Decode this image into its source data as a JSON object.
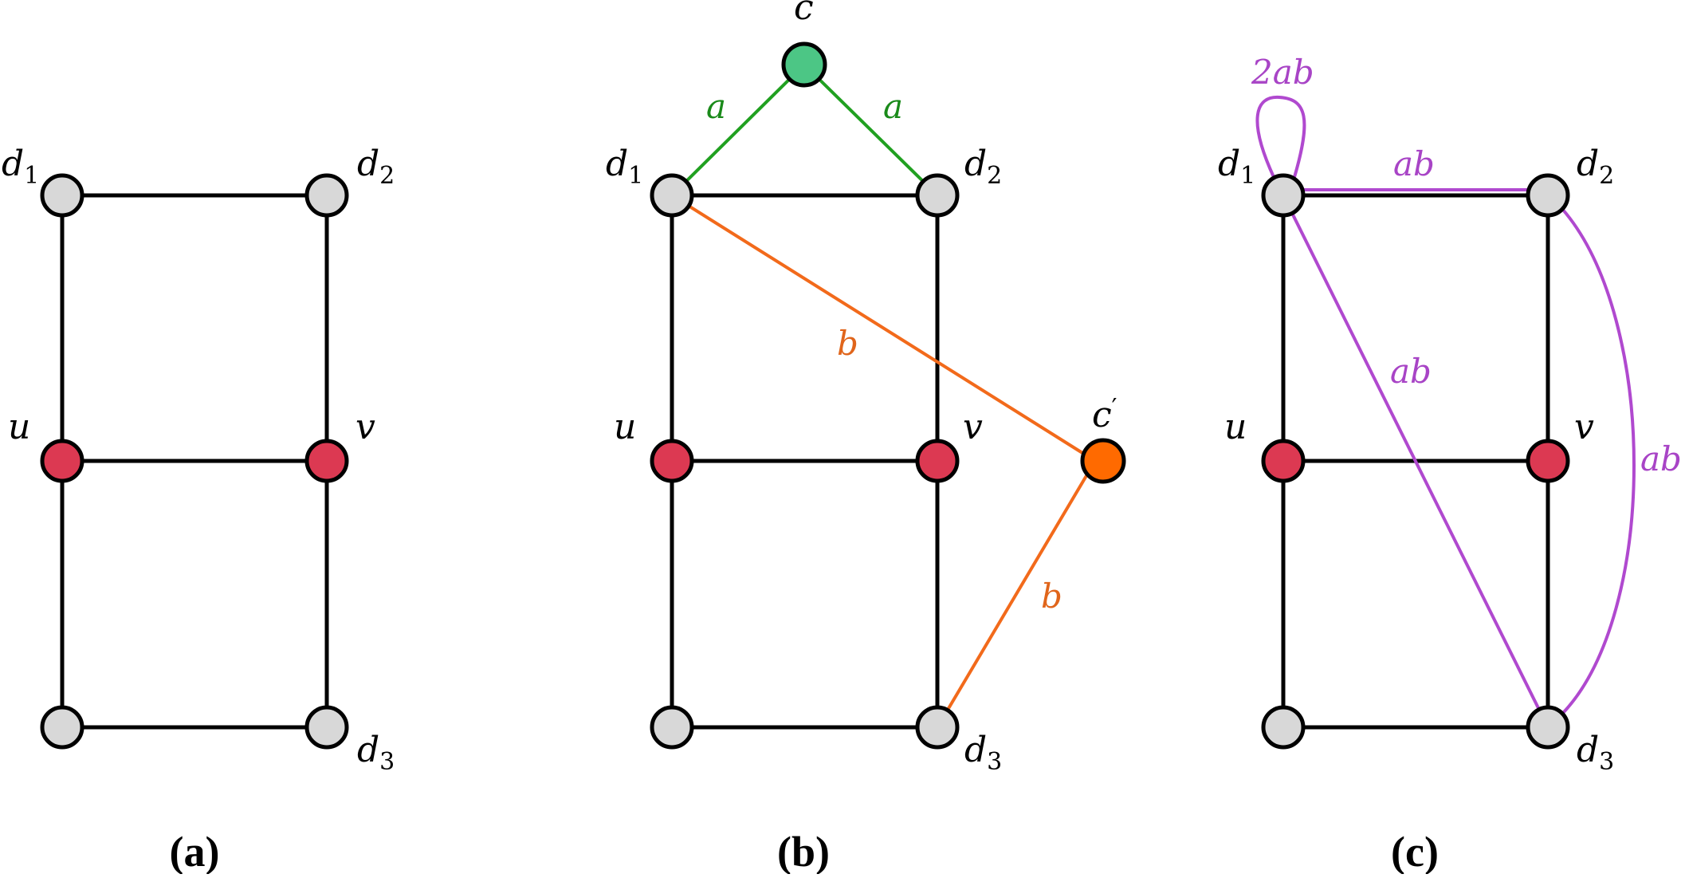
{
  "colors": {
    "node_default": "#d8d8d8",
    "node_uv": "#dc3952",
    "node_c": "#4cc685",
    "node_c_prime": "#ff6a00",
    "edge_a": "#20a020",
    "edge_b": "#f26a1b",
    "edge_ab": "#b049cf",
    "label_a": "#1a8a1a",
    "label_b": "#e0651b",
    "label_ab": "#a844c6"
  },
  "panels": [
    {
      "caption": "(a)",
      "node_labels": {
        "d1": "d",
        "d1_sub": "1",
        "d2": "d",
        "d2_sub": "2",
        "u": "u",
        "v": "v",
        "d3": "d",
        "d3_sub": "3"
      }
    },
    {
      "caption": "(b)",
      "node_labels": {
        "d1": "d",
        "d1_sub": "1",
        "d2": "d",
        "d2_sub": "2",
        "u": "u",
        "v": "v",
        "d3": "d",
        "d3_sub": "3",
        "c": "c",
        "c_prime": "c",
        "c_prime_mark": "′"
      },
      "edge_labels": {
        "a_left": "a",
        "a_right": "a",
        "b_upper": "b",
        "b_lower": "b"
      }
    },
    {
      "caption": "(c)",
      "node_labels": {
        "d1": "d",
        "d1_sub": "1",
        "d2": "d",
        "d2_sub": "2",
        "u": "u",
        "v": "v",
        "d3": "d",
        "d3_sub": "3"
      },
      "edge_labels": {
        "loop": "2ab",
        "top": "ab",
        "diag": "ab",
        "arc": "ab"
      }
    }
  ]
}
